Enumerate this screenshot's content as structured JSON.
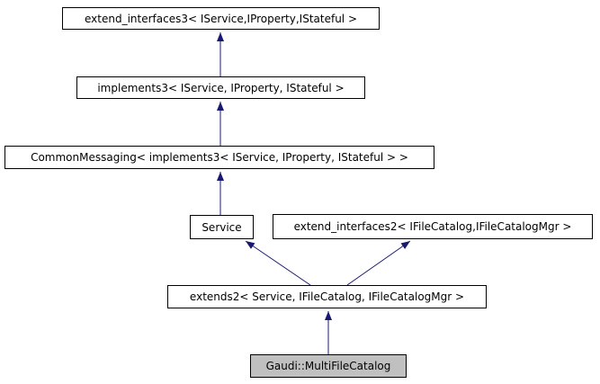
{
  "diagram_type": "class-inheritance-graph",
  "colors": {
    "edge": "#191970",
    "node_border": "#000000",
    "node_background": "#ffffff",
    "selected_node_background": "#c0c0c0",
    "text": "#000000",
    "canvas_background": "#ffffff"
  },
  "nodes": [
    {
      "label": "extend_interfaces3< IService,IProperty,IStateful >",
      "selected": false
    },
    {
      "label": "implements3< IService, IProperty, IStateful >",
      "selected": false
    },
    {
      "label": "CommonMessaging< implements3< IService, IProperty, IStateful > >",
      "selected": false
    },
    {
      "label": "Service",
      "selected": false
    },
    {
      "label": "extend_interfaces2< IFileCatalog,IFileCatalogMgr >",
      "selected": false
    },
    {
      "label": "extends2< Service, IFileCatalog, IFileCatalogMgr >",
      "selected": false
    },
    {
      "label": "Gaudi::MultiFileCatalog",
      "selected": true
    }
  ],
  "edges": [
    {
      "from": 1,
      "to": 0
    },
    {
      "from": 2,
      "to": 1
    },
    {
      "from": 3,
      "to": 2
    },
    {
      "from": 5,
      "to": 3
    },
    {
      "from": 5,
      "to": 4
    },
    {
      "from": 6,
      "to": 5
    }
  ]
}
